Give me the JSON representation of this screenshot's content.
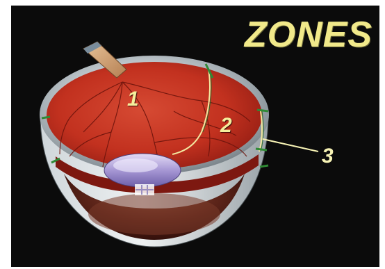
{
  "figure": {
    "title": "ZONES",
    "labels": [
      "1",
      "2",
      "3"
    ]
  },
  "colors": {
    "background": "#0b0b0b",
    "retina_red": "#c73226",
    "label_yellow": "#f1e98a",
    "shell_gray": "#b9c3c9",
    "lens_violet": "#9f8fc8"
  }
}
